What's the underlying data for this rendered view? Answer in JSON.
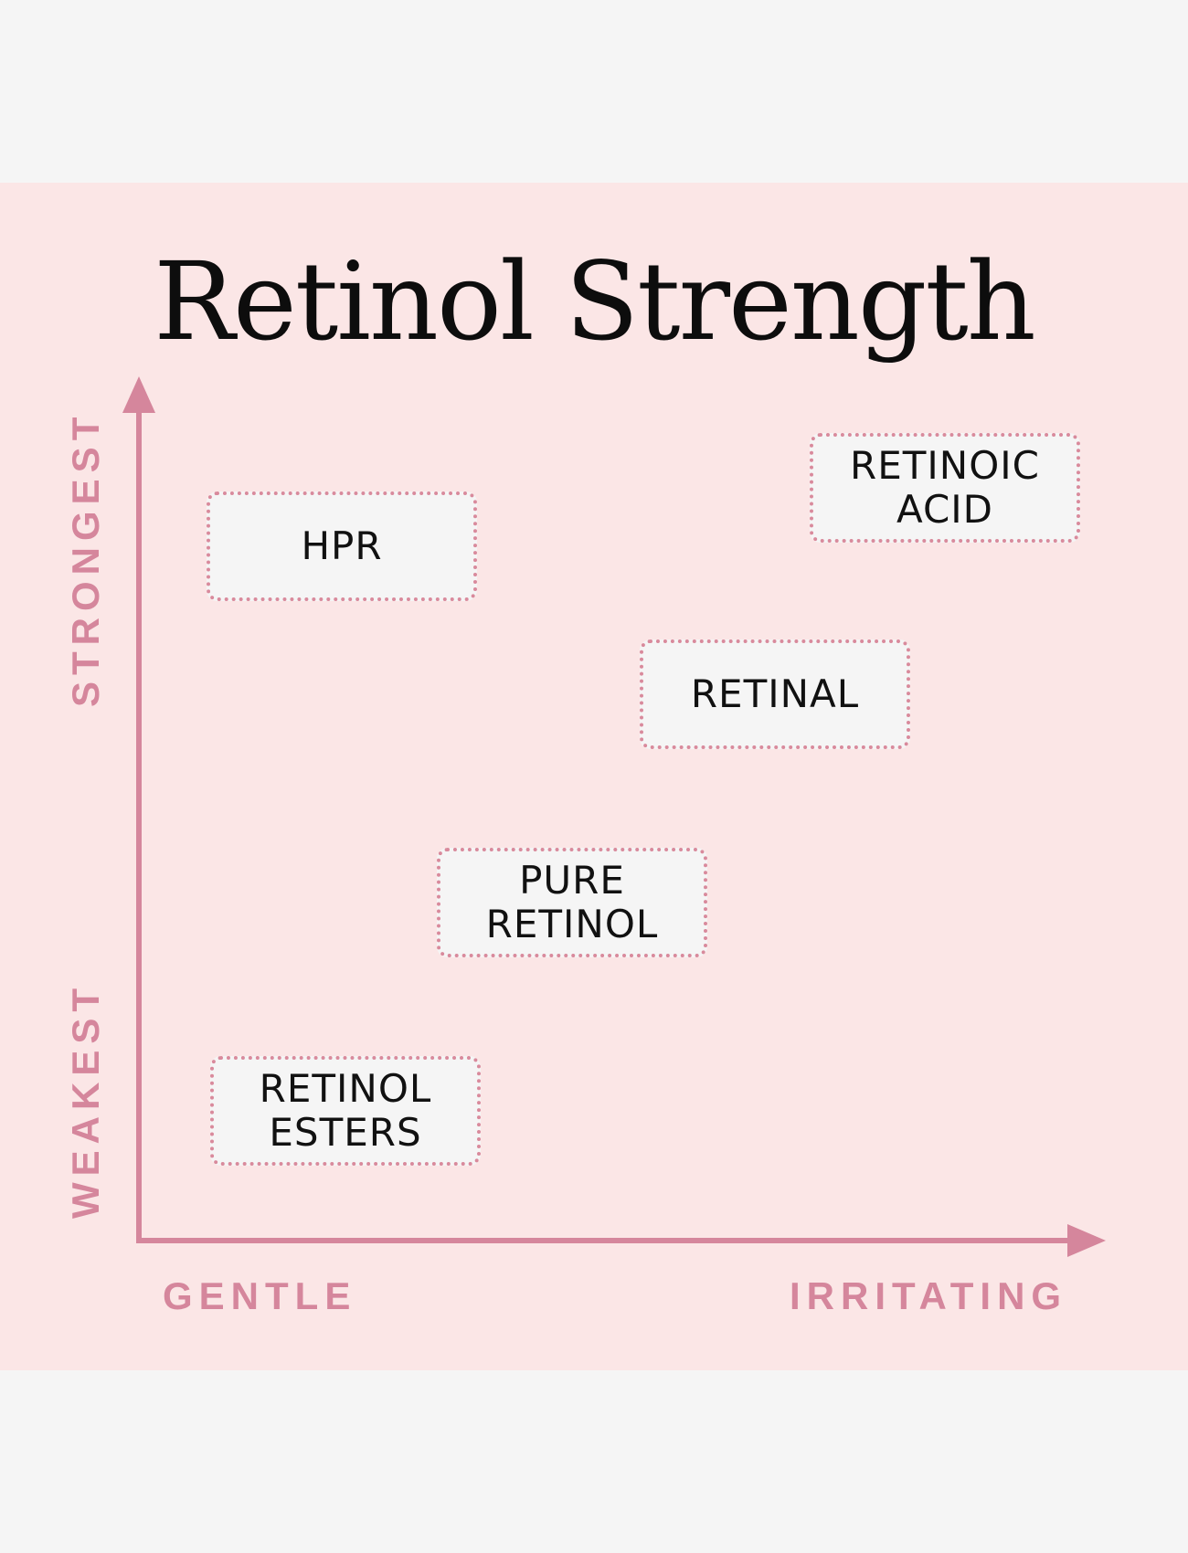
{
  "title": "Retinol Strength",
  "axes": {
    "y_high": "STRONGEST",
    "y_low": "WEAKEST",
    "x_low": "GENTLE",
    "x_high": "IRRITATING"
  },
  "items": [
    {
      "label": "HPR"
    },
    {
      "label": "RETINOIC\nACID"
    },
    {
      "label": "RETINAL"
    },
    {
      "label": "PURE\nRETINOL"
    },
    {
      "label": "RETINOL\nESTERS"
    }
  ],
  "colors": {
    "background": "#f5f5f5",
    "panel": "#fbe6e6",
    "accent": "#d5869c",
    "box": "#f5f5f5",
    "text": "#111111"
  }
}
